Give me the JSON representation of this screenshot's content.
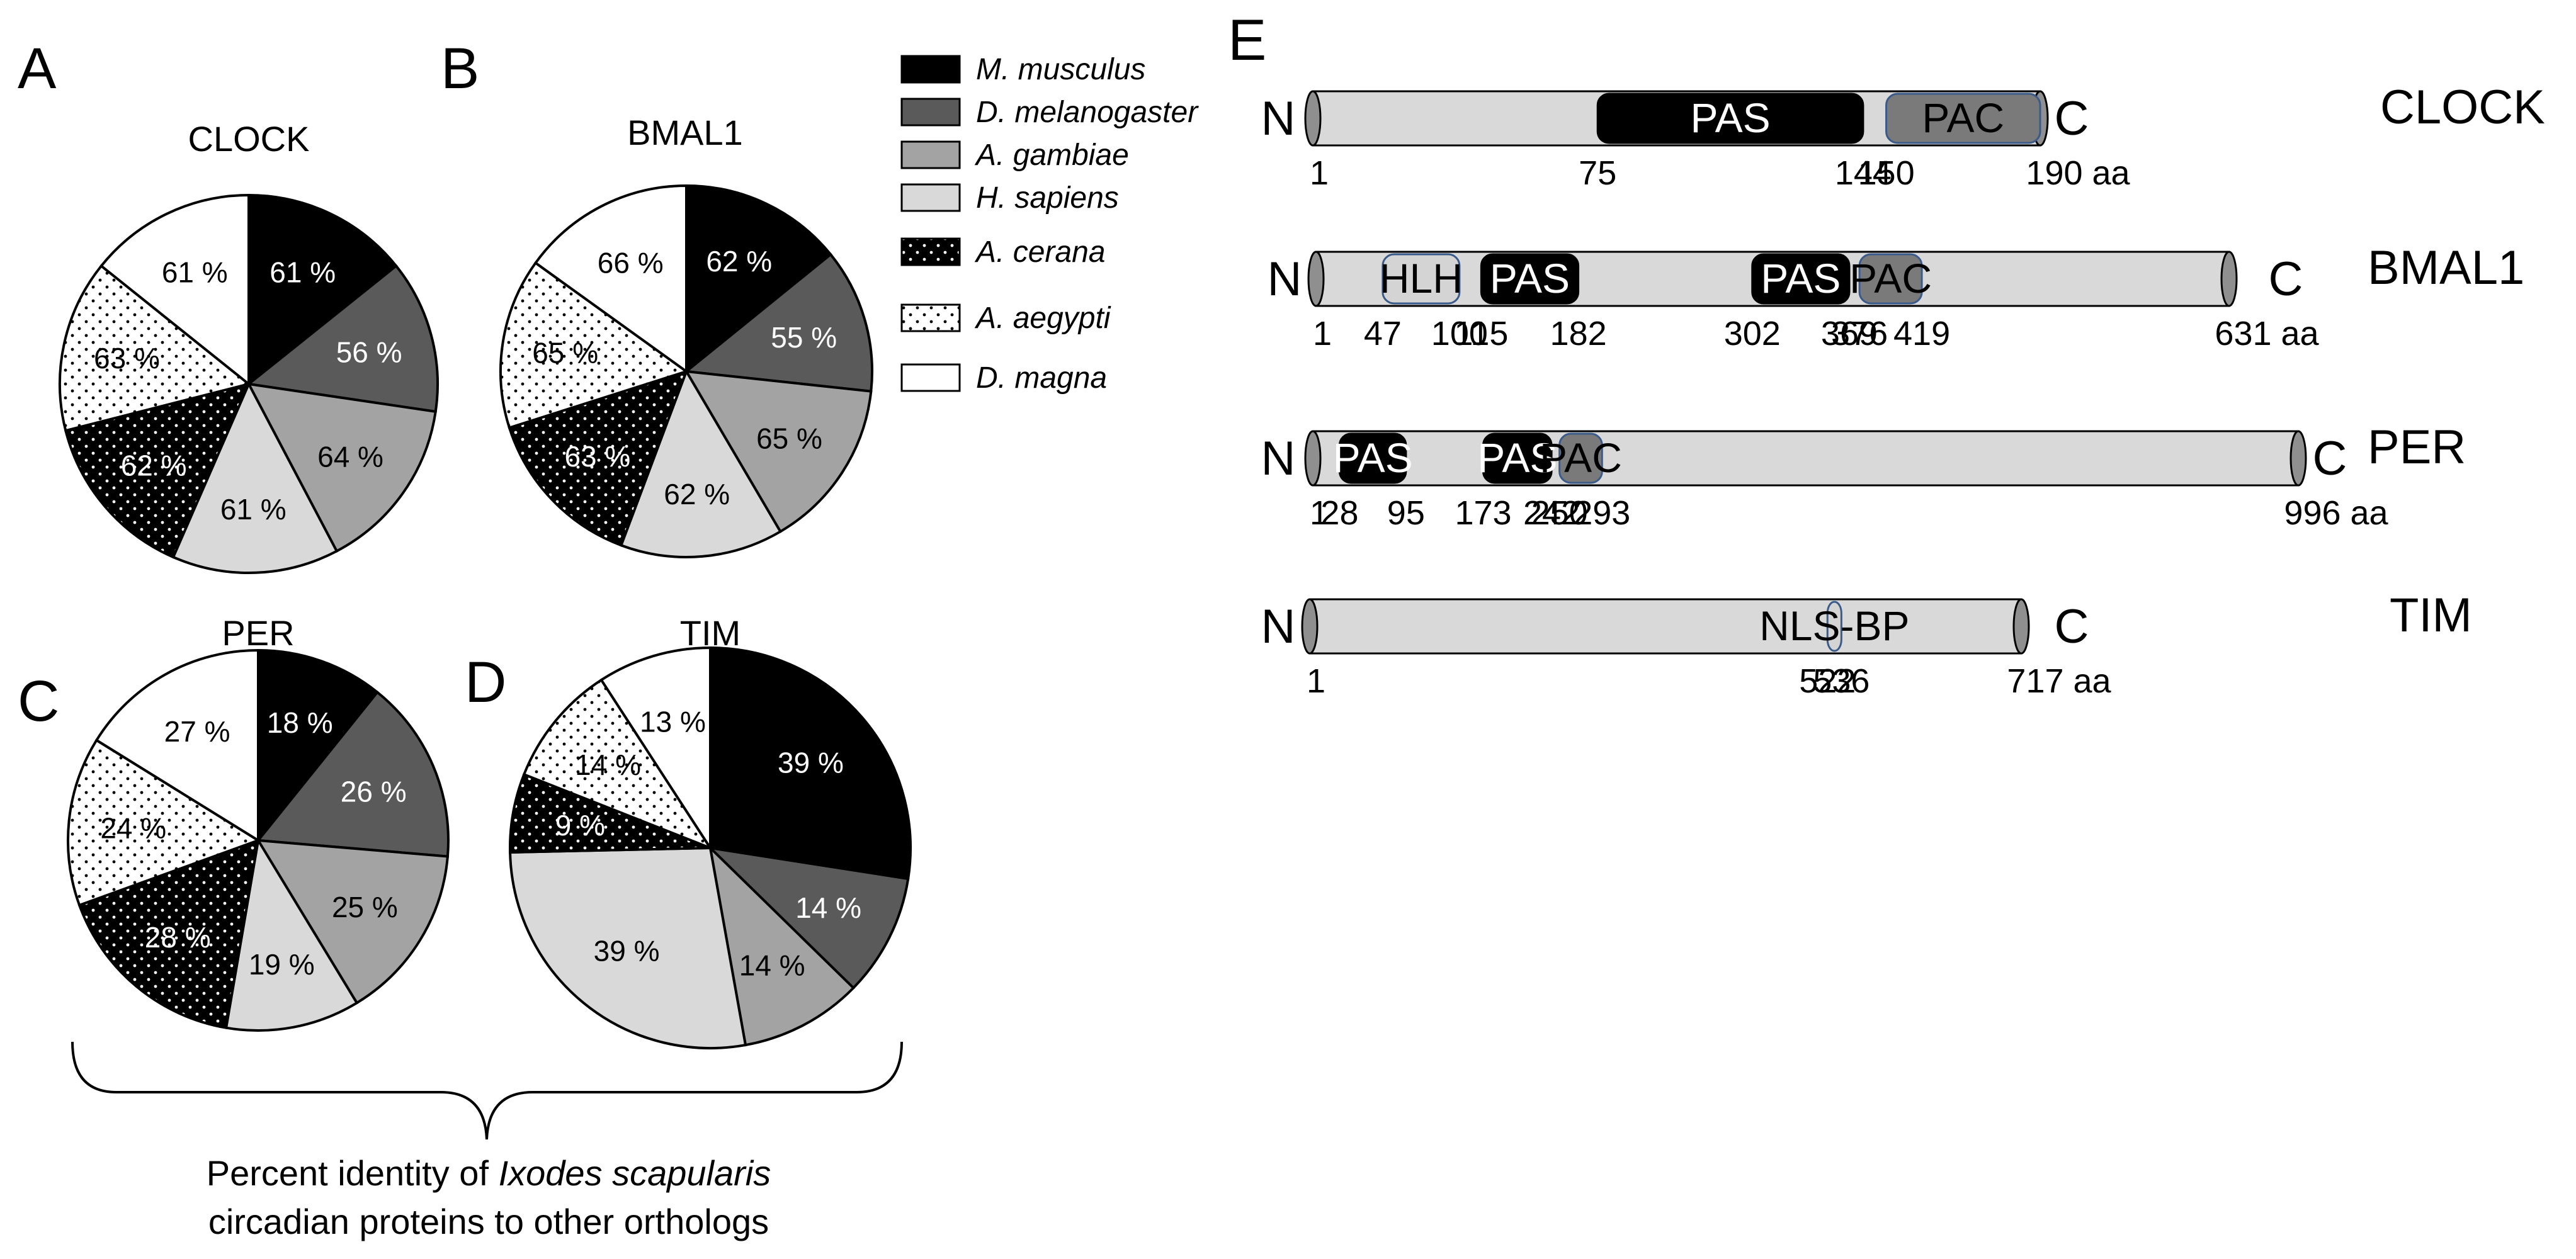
{
  "colors": {
    "m_musculus": "#000000",
    "d_melanogaster": "#5a5a5a",
    "a_gambiae": "#a3a3a3",
    "h_sapiens": "#d9d9d9",
    "a_cerana": "#000000",
    "a_aegypti": "#ffffff",
    "d_magna": "#ffffff",
    "protein_bar": "#d9d9d9",
    "pas_domain": "#000000",
    "pac_domain": "#7a7a7a",
    "hlh_domain": "#d4d4d4",
    "nls_domain": "#d4d4d4"
  },
  "legend": [
    {
      "label": "M. musculus",
      "fill": "solid-black"
    },
    {
      "label": "D. melanogaster",
      "fill": "solid-dark-gray"
    },
    {
      "label": "A. gambiae",
      "fill": "solid-mid-gray"
    },
    {
      "label": "H. sapiens",
      "fill": "solid-light-gray"
    },
    {
      "label": "A. cerana",
      "fill": "black-with-white-dots"
    },
    {
      "label": "A. aegypti",
      "fill": "white-with-black-dots"
    },
    {
      "label": "D. magna",
      "fill": "solid-white"
    }
  ],
  "chart_data": [
    {
      "type": "pie",
      "panel": "A",
      "title": "CLOCK",
      "categories": [
        "M. musculus",
        "D. melanogaster",
        "A. gambiae",
        "H. sapiens",
        "A. cerana",
        "A. aegypti",
        "D. magna"
      ],
      "values": [
        61,
        56,
        64,
        61,
        62,
        63,
        61
      ],
      "labels": [
        "61 %",
        "56 %",
        "64 %",
        "61 %",
        "62 %",
        "63 %",
        "61 %"
      ]
    },
    {
      "type": "pie",
      "panel": "B",
      "title": "BMAL1",
      "categories": [
        "M. musculus",
        "D. melanogaster",
        "A. gambiae",
        "H. sapiens",
        "A. cerana",
        "A. aegypti",
        "D. magna"
      ],
      "values": [
        62,
        55,
        65,
        62,
        63,
        65,
        66
      ],
      "labels": [
        "62 %",
        "55 %",
        "65 %",
        "62 %",
        "63 %",
        "65 %",
        "66 %"
      ]
    },
    {
      "type": "pie",
      "panel": "C",
      "title": "PER",
      "categories": [
        "M. musculus",
        "D. melanogaster",
        "A. gambiae",
        "H. sapiens",
        "A. cerana",
        "A. aegypti",
        "D. magna"
      ],
      "values": [
        18,
        26,
        25,
        19,
        28,
        24,
        27
      ],
      "labels": [
        "18 %",
        "26 %",
        "25 %",
        "19 %",
        "28 %",
        "24 %",
        "27 %"
      ]
    },
    {
      "type": "pie",
      "panel": "D",
      "title": "TIM",
      "categories": [
        "M. musculus",
        "D. melanogaster",
        "A. gambiae",
        "H. sapiens",
        "A. cerana",
        "A. aegypti",
        "D. magna"
      ],
      "values": [
        39,
        14,
        14,
        39,
        9,
        14,
        13
      ],
      "labels": [
        "39 %",
        "14 %",
        "14 %",
        "39 %",
        "9 %",
        "14 %",
        "13 %"
      ]
    }
  ],
  "brace_caption": {
    "prefix": "Percent identity of ",
    "species": "Ixodes scapularis",
    "line2": "circadian proteins to other orthologs"
  },
  "domain_panel": {
    "label": "E",
    "proteins": [
      {
        "name": "CLOCK",
        "length": 190,
        "start_label": "1",
        "end_label": "190 aa",
        "n_label": "N",
        "c_label": "C",
        "domains": [
          {
            "name": "PAS",
            "kind": "pas",
            "start": 75,
            "end": 144,
            "start_label": "75",
            "end_label": "144"
          },
          {
            "name": "PAC",
            "kind": "pac",
            "start": 150,
            "end": 190,
            "start_label": "150",
            "end_label": ""
          }
        ]
      },
      {
        "name": "BMAL1",
        "length": 631,
        "start_label": "1",
        "end_label": "631 aa",
        "n_label": "N",
        "c_label": "C",
        "domains": [
          {
            "name": "HLH",
            "kind": "hlh",
            "start": 47,
            "end": 100,
            "start_label": "47",
            "end_label": "100"
          },
          {
            "name": "PAS",
            "kind": "pas",
            "start": 115,
            "end": 182,
            "start_label": "115",
            "end_label": "182"
          },
          {
            "name": "PAS",
            "kind": "pas",
            "start": 302,
            "end": 369,
            "start_label": "302",
            "end_label": "369"
          },
          {
            "name": "PAC",
            "kind": "pac",
            "start": 376,
            "end": 419,
            "start_label": "376",
            "end_label": "419"
          }
        ]
      },
      {
        "name": "PER",
        "length": 996,
        "start_label": "1",
        "end_label": "996 aa",
        "n_label": "N",
        "c_label": "C",
        "domains": [
          {
            "name": "PAS",
            "kind": "pas",
            "start": 28,
            "end": 95,
            "start_label": "28",
            "end_label": "95"
          },
          {
            "name": "PAS",
            "kind": "pas",
            "start": 173,
            "end": 242,
            "start_label": "173",
            "end_label": "242"
          },
          {
            "name": "PAC",
            "kind": "pac",
            "start": 250,
            "end": 293,
            "start_label": "250",
            "end_label": "293"
          }
        ]
      },
      {
        "name": "TIM",
        "length": 717,
        "start_label": "1",
        "end_label": "717 aa",
        "n_label": "N",
        "c_label": "C",
        "domains": [
          {
            "name": "NLS-BP",
            "kind": "nls",
            "start": 522,
            "end": 536,
            "start_label": "522",
            "end_label": "536"
          }
        ]
      }
    ]
  }
}
